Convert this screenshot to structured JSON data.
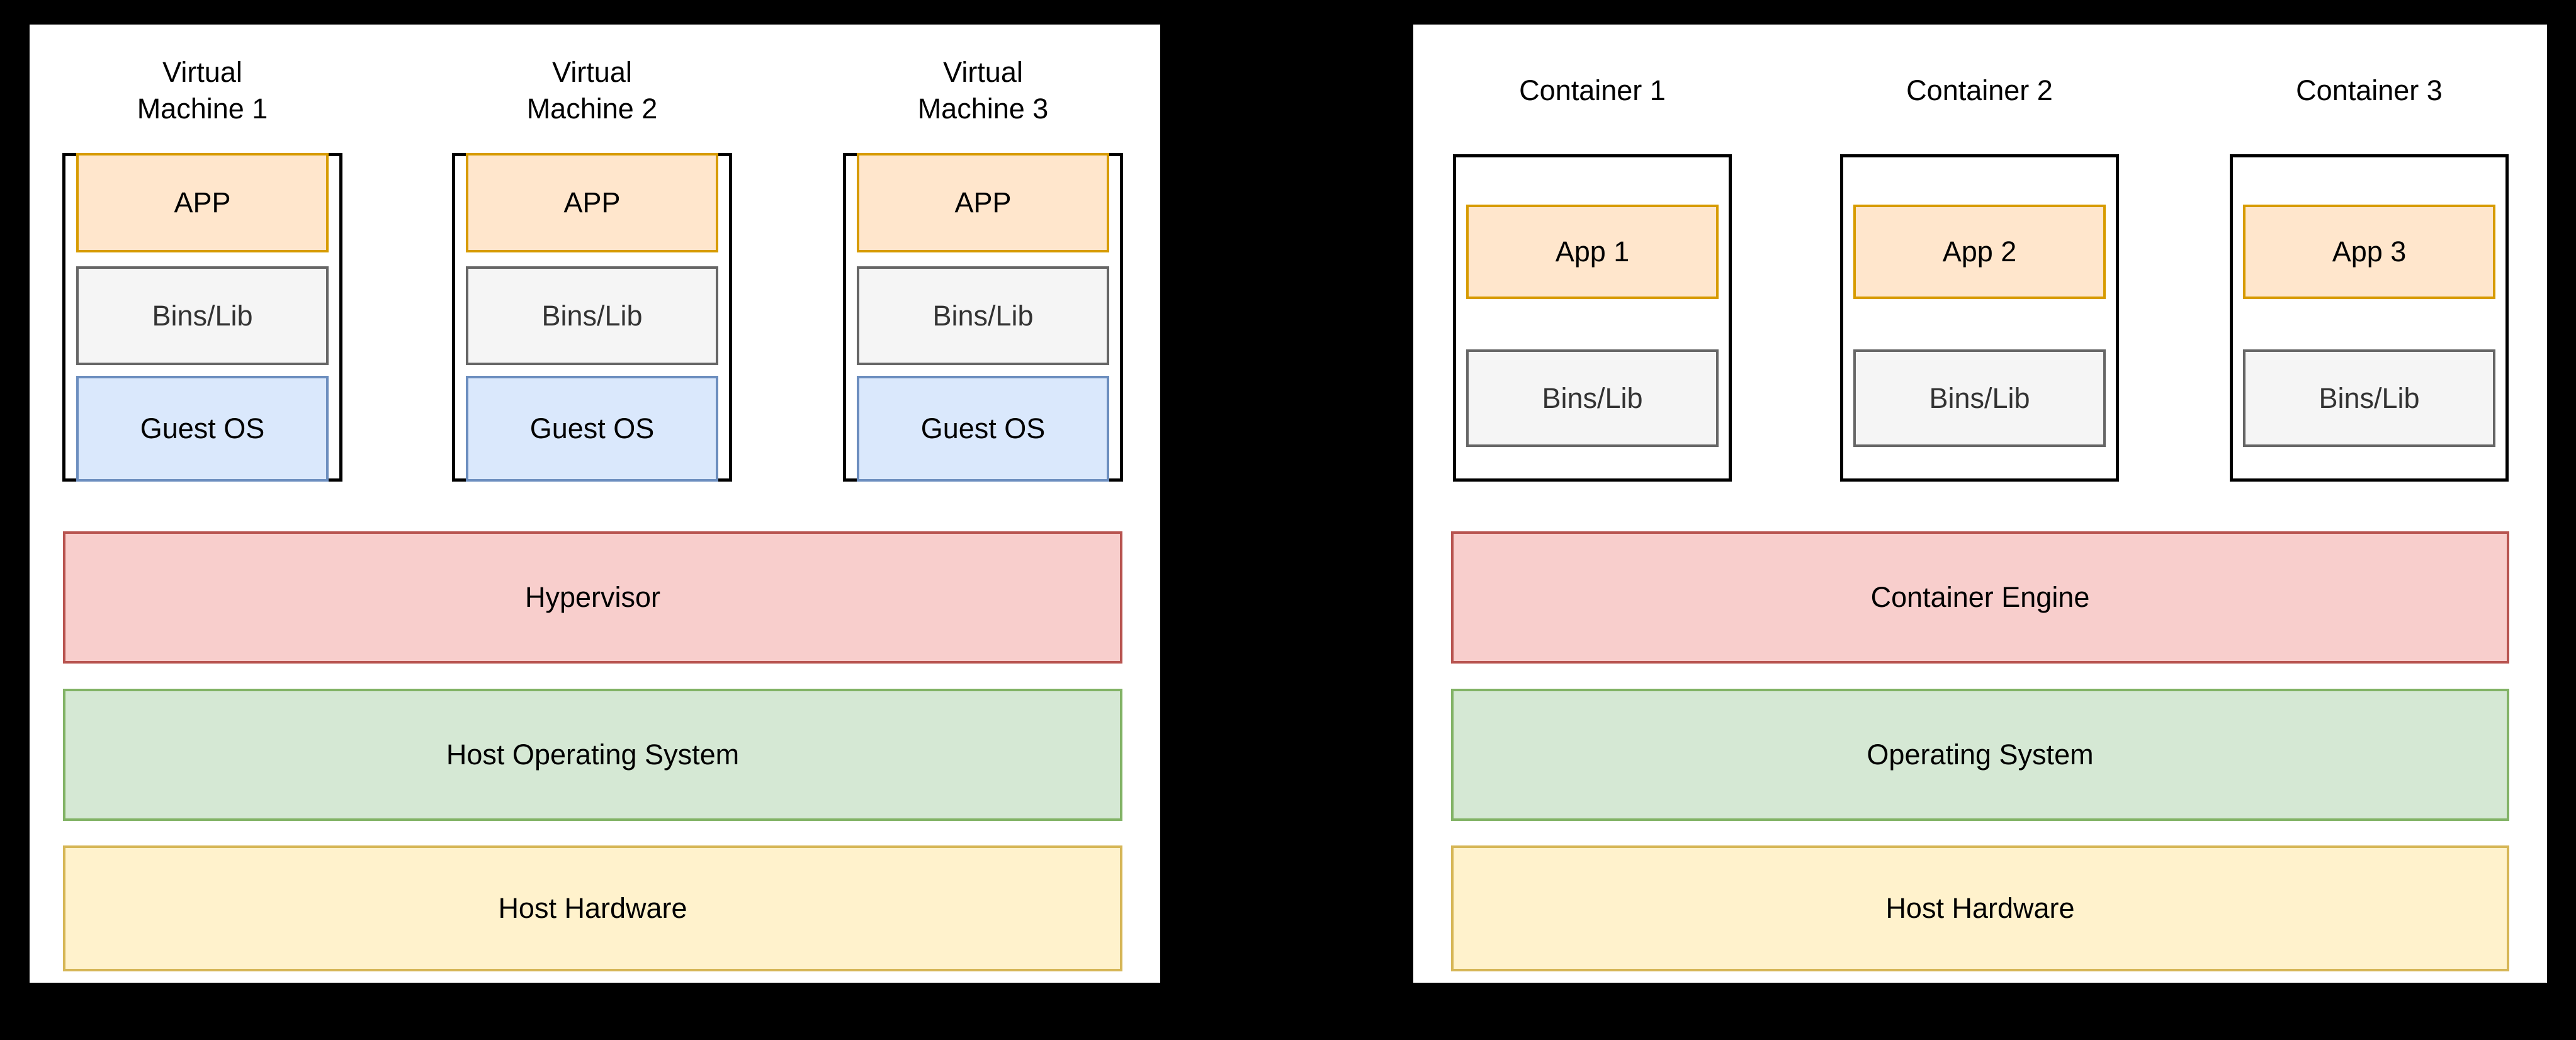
{
  "left_panel": {
    "columns": [
      {
        "title": "Virtual\nMachine 1",
        "app": "APP",
        "bins": "Bins/Lib",
        "guest_os": "Guest OS"
      },
      {
        "title": "Virtual\nMachine 2",
        "app": "APP",
        "bins": "Bins/Lib",
        "guest_os": "Guest OS"
      },
      {
        "title": "Virtual\nMachine 3",
        "app": "APP",
        "bins": "Bins/Lib",
        "guest_os": "Guest OS"
      }
    ],
    "layers": [
      {
        "label": "Hypervisor",
        "fill": "#f8cecc",
        "stroke": "#b85450"
      },
      {
        "label": "Host Operating System",
        "fill": "#d5e8d4",
        "stroke": "#82b366"
      },
      {
        "label": "Host Hardware",
        "fill": "#fff2cc",
        "stroke": "#d6b656"
      }
    ]
  },
  "right_panel": {
    "columns": [
      {
        "title": "Container 1",
        "app": "App 1",
        "bins": "Bins/Lib"
      },
      {
        "title": "Container 2",
        "app": "App 2",
        "bins": "Bins/Lib"
      },
      {
        "title": "Container 3",
        "app": "App 3",
        "bins": "Bins/Lib"
      }
    ],
    "layers": [
      {
        "label": "Container Engine",
        "fill": "#f8cecc",
        "stroke": "#b85450"
      },
      {
        "label": "Operating System",
        "fill": "#d5e8d4",
        "stroke": "#82b366"
      },
      {
        "label": "Host Hardware",
        "fill": "#fff2cc",
        "stroke": "#d6b656"
      }
    ]
  },
  "palette": {
    "canvas_bg": "#000000",
    "panel_bg": "#ffffff",
    "frame_stroke": "#000000",
    "app_fill": "#ffe6cc",
    "app_stroke": "#d79b00",
    "bins_fill": "#f5f5f5",
    "bins_stroke": "#666666",
    "bins_text": "#333333",
    "guest_fill": "#dae8fc",
    "guest_stroke": "#6c8ebf",
    "engine_fill": "#f8cecc",
    "engine_stroke": "#b85450",
    "os_fill": "#d5e8d4",
    "os_stroke": "#82b366",
    "hardware_fill": "#fff2cc",
    "hardware_stroke": "#d6b656"
  }
}
